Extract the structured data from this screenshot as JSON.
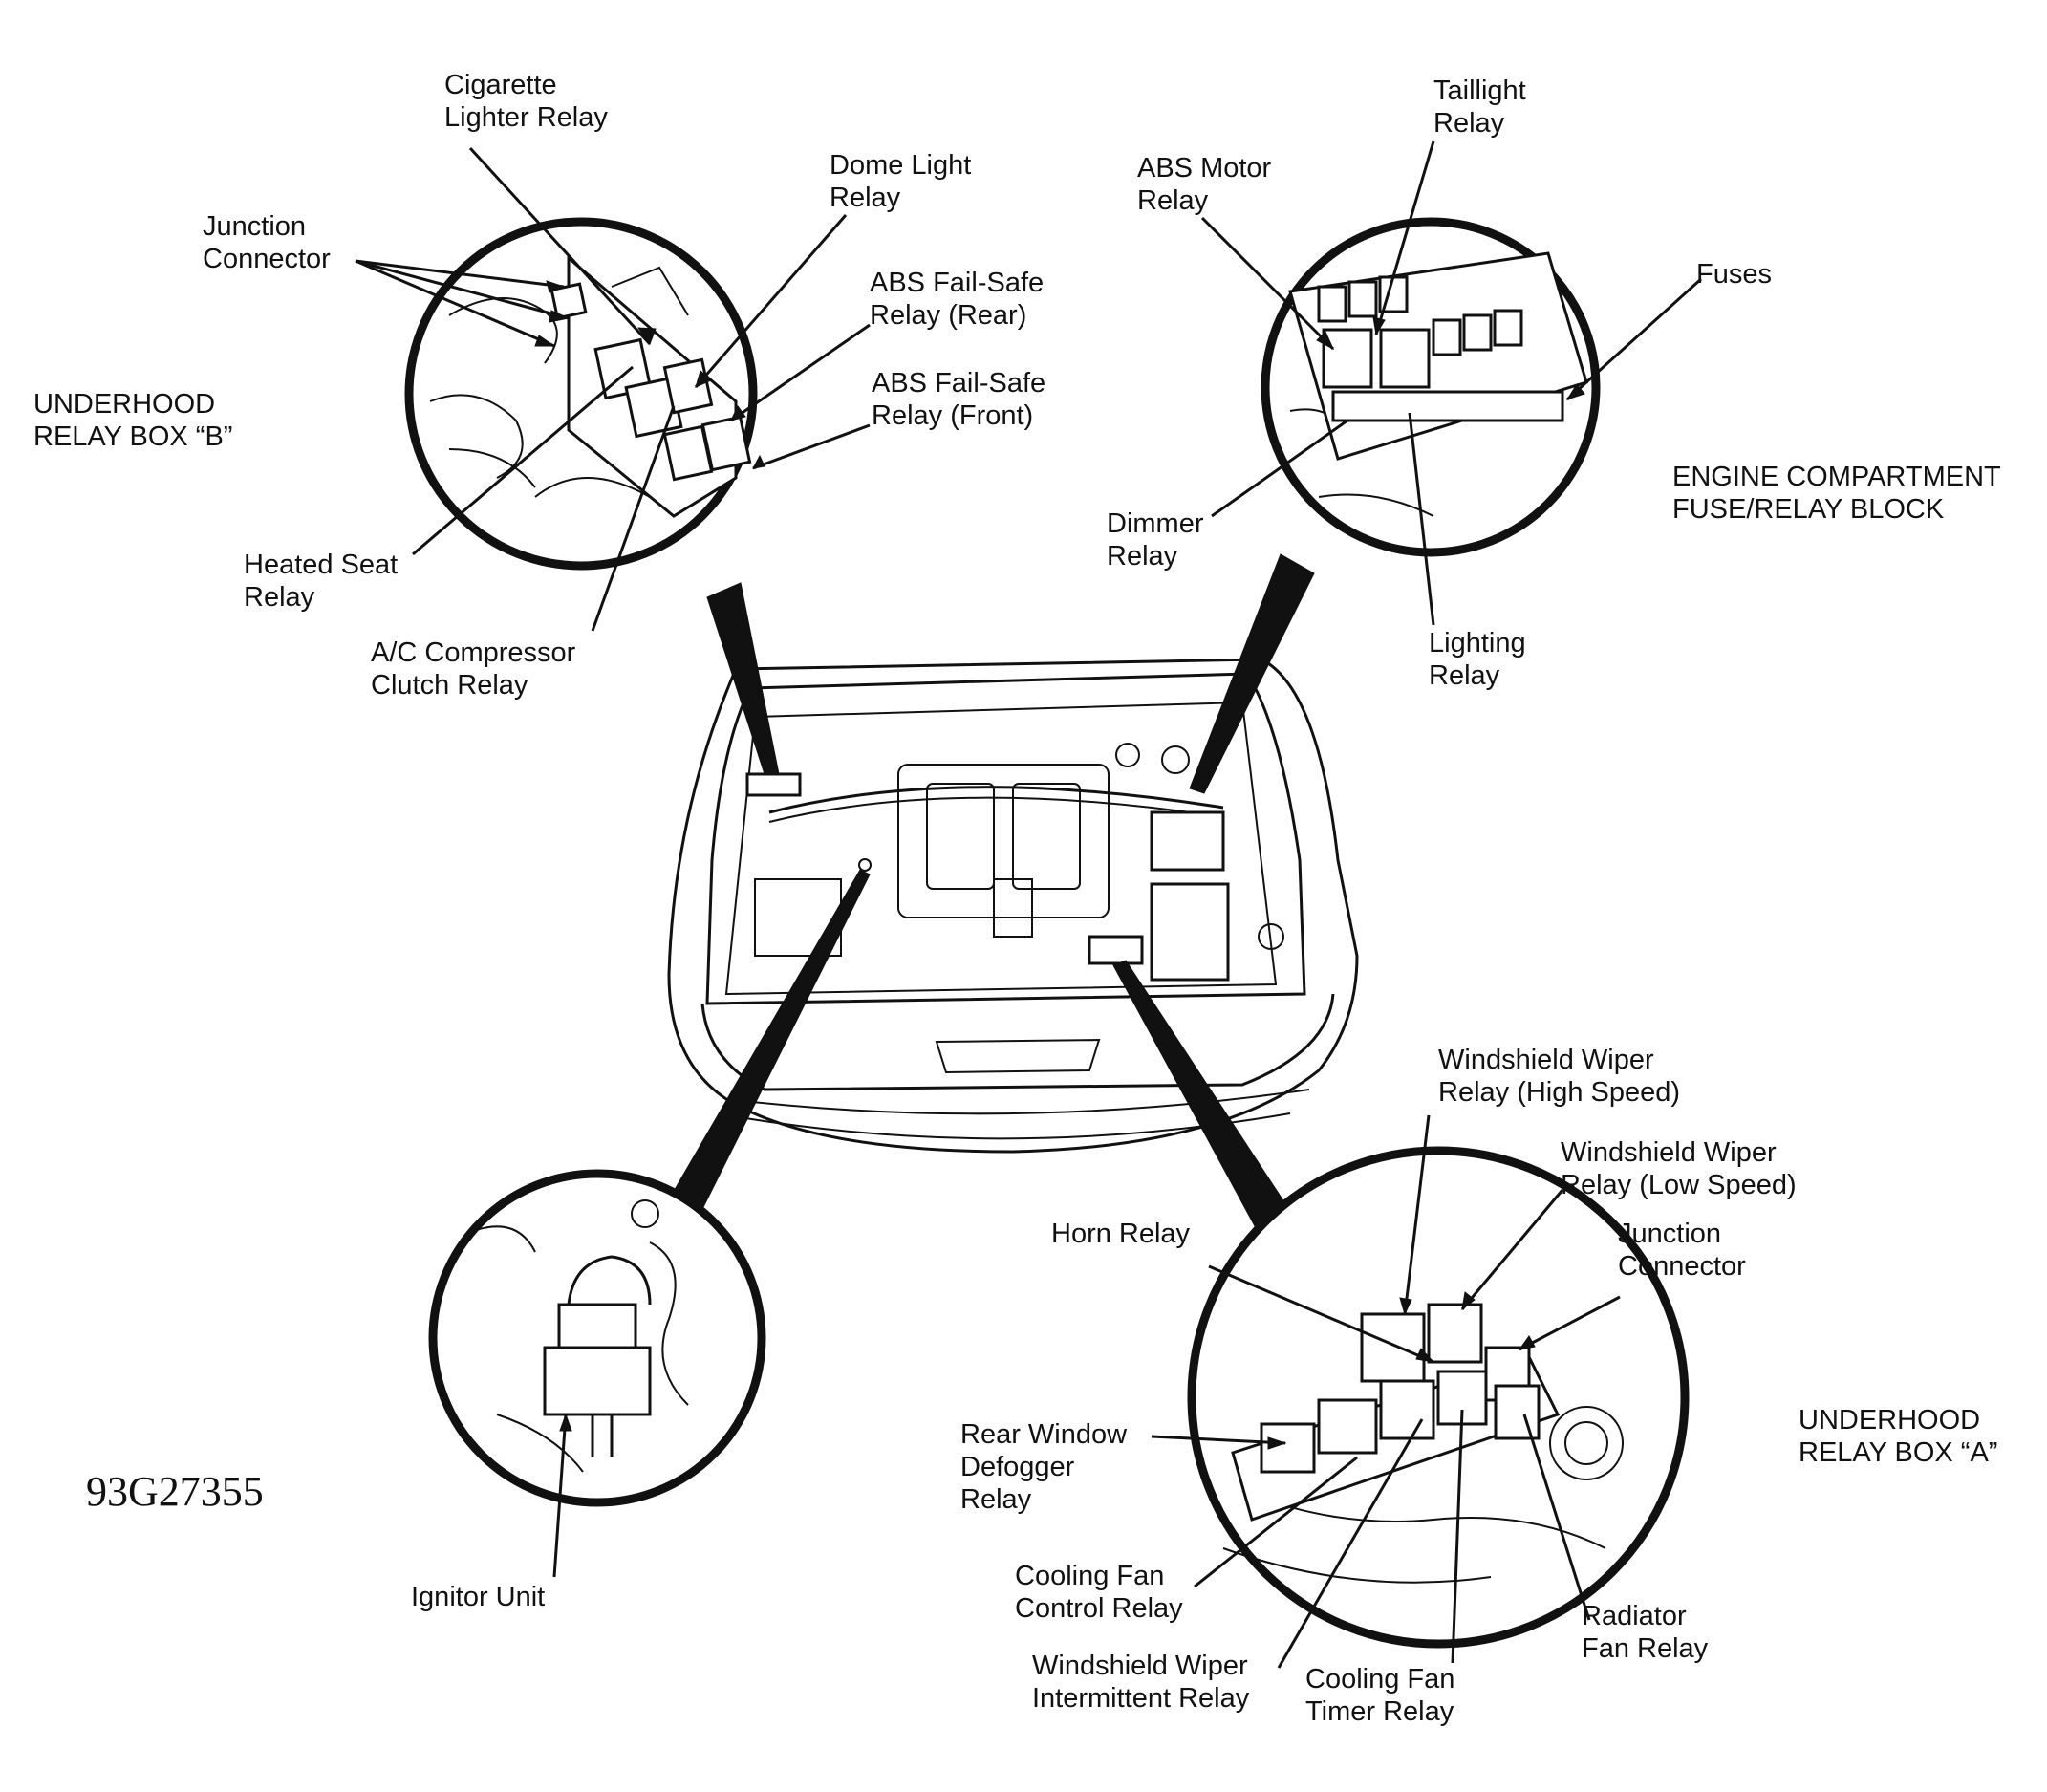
{
  "labels": {
    "cigarette_lighter_relay": [
      "Cigarette",
      "Lighter Relay"
    ],
    "dome_light_relay": [
      "Dome Light",
      "Relay"
    ],
    "junction_connector_b": [
      "Junction",
      "Connector"
    ],
    "abs_failsafe_rear": [
      "ABS Fail-Safe",
      "Relay (Rear)"
    ],
    "abs_failsafe_front": [
      "ABS Fail-Safe",
      "Relay (Front)"
    ],
    "underhood_relay_box_b": [
      "UNDERHOOD",
      "RELAY BOX “B”"
    ],
    "heated_seat_relay": [
      "Heated Seat",
      "Relay"
    ],
    "ac_compressor_clutch_relay": [
      "A/C Compressor",
      "Clutch Relay"
    ],
    "taillight_relay": [
      "Taillight",
      "Relay"
    ],
    "abs_motor_relay": [
      "ABS Motor",
      "Relay"
    ],
    "fuses": [
      "Fuses"
    ],
    "engine_compartment_block": [
      "ENGINE COMPARTMENT",
      "FUSE/RELAY BLOCK"
    ],
    "dimmer_relay": [
      "Dimmer",
      "Relay"
    ],
    "lighting_relay": [
      "Lighting",
      "Relay"
    ],
    "ws_wiper_high": [
      "Windshield Wiper",
      "Relay (High Speed)"
    ],
    "ws_wiper_low": [
      "Windshield Wiper",
      "Relay (Low Speed)"
    ],
    "horn_relay": [
      "Horn Relay"
    ],
    "junction_connector_a": [
      "Junction",
      "Connector"
    ],
    "rear_window_defogger": [
      "Rear Window",
      "Defogger",
      "Relay"
    ],
    "underhood_relay_box_a": [
      "UNDERHOOD",
      "RELAY BOX “A”"
    ],
    "cooling_fan_control": [
      "Cooling Fan",
      "Control Relay"
    ],
    "radiator_fan_relay": [
      "Radiator",
      "Fan Relay"
    ],
    "ws_wiper_intermittent": [
      "Windshield Wiper",
      "Intermittent Relay"
    ],
    "cooling_fan_timer": [
      "Cooling Fan",
      "Timer Relay"
    ],
    "ignitor_unit": [
      "Ignitor Unit"
    ]
  },
  "figure_code": "93G27355"
}
